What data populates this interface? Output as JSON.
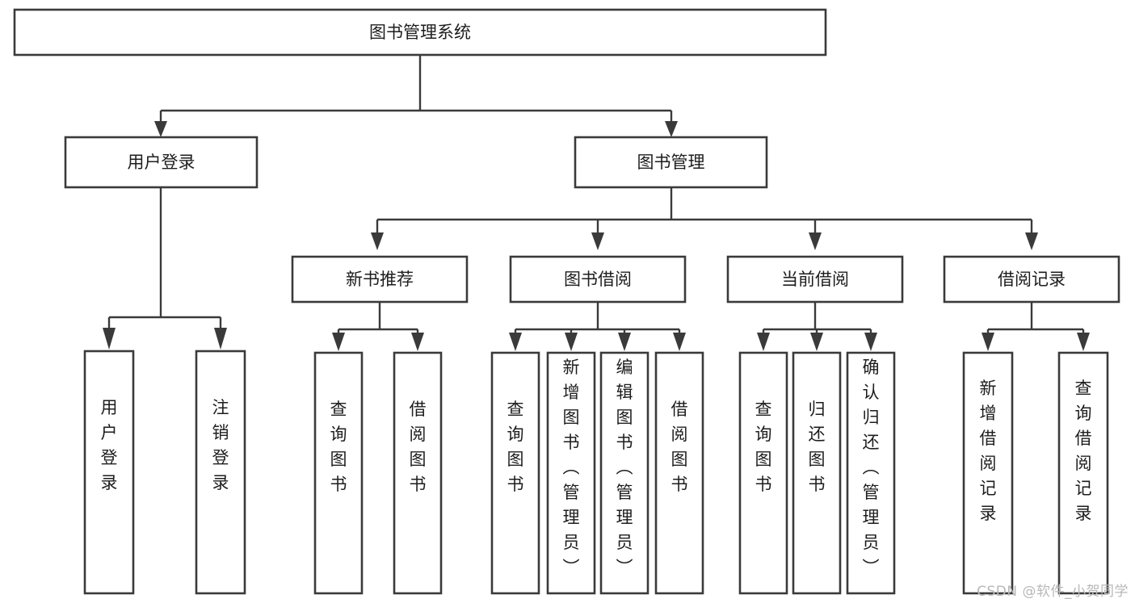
{
  "diagram": {
    "title": "图书管理系统",
    "type": "hierarchy-tree",
    "watermark": "CSDN @软件_小贺同学",
    "colors": {
      "box_stroke": "#3a3a3a",
      "box_fill": "#ffffff",
      "text": "#1d1d1d",
      "connector": "#3a3a3a",
      "background": "#ffffff",
      "watermark": "#b8b8b8"
    },
    "levels": {
      "root": {
        "label": "图书管理系统",
        "orientation": "horizontal"
      },
      "level2": [
        {
          "label": "用户登录",
          "orientation": "horizontal"
        },
        {
          "label": "图书管理",
          "orientation": "horizontal"
        }
      ],
      "level3": [
        {
          "label": "新书推荐",
          "orientation": "horizontal",
          "parent": "图书管理"
        },
        {
          "label": "图书借阅",
          "orientation": "horizontal",
          "parent": "图书管理"
        },
        {
          "label": "当前借阅",
          "orientation": "horizontal",
          "parent": "图书管理"
        },
        {
          "label": "借阅记录",
          "orientation": "horizontal",
          "parent": "图书管理"
        }
      ],
      "leaves": [
        {
          "label": "用户登录",
          "orientation": "vertical",
          "parent": "用户登录"
        },
        {
          "label": "注销登录",
          "orientation": "vertical",
          "parent": "用户登录"
        },
        {
          "label": "查询图书",
          "orientation": "vertical",
          "parent": "新书推荐"
        },
        {
          "label": "借阅图书",
          "orientation": "vertical",
          "parent": "新书推荐"
        },
        {
          "label": "查询图书",
          "orientation": "vertical",
          "parent": "图书借阅"
        },
        {
          "label": "新增图书（管理员）",
          "orientation": "vertical",
          "parent": "图书借阅"
        },
        {
          "label": "编辑图书（管理员）",
          "orientation": "vertical",
          "parent": "图书借阅"
        },
        {
          "label": "借阅图书",
          "orientation": "vertical",
          "parent": "图书借阅"
        },
        {
          "label": "查询图书",
          "orientation": "vertical",
          "parent": "当前借阅"
        },
        {
          "label": "归还图书",
          "orientation": "vertical",
          "parent": "当前借阅"
        },
        {
          "label": "确认归还（管理员）",
          "orientation": "vertical",
          "parent": "当前借阅"
        },
        {
          "label": "新增借阅记录",
          "orientation": "vertical",
          "parent": "借阅记录"
        },
        {
          "label": "查询借阅记录",
          "orientation": "vertical",
          "parent": "借阅记录"
        }
      ]
    }
  }
}
